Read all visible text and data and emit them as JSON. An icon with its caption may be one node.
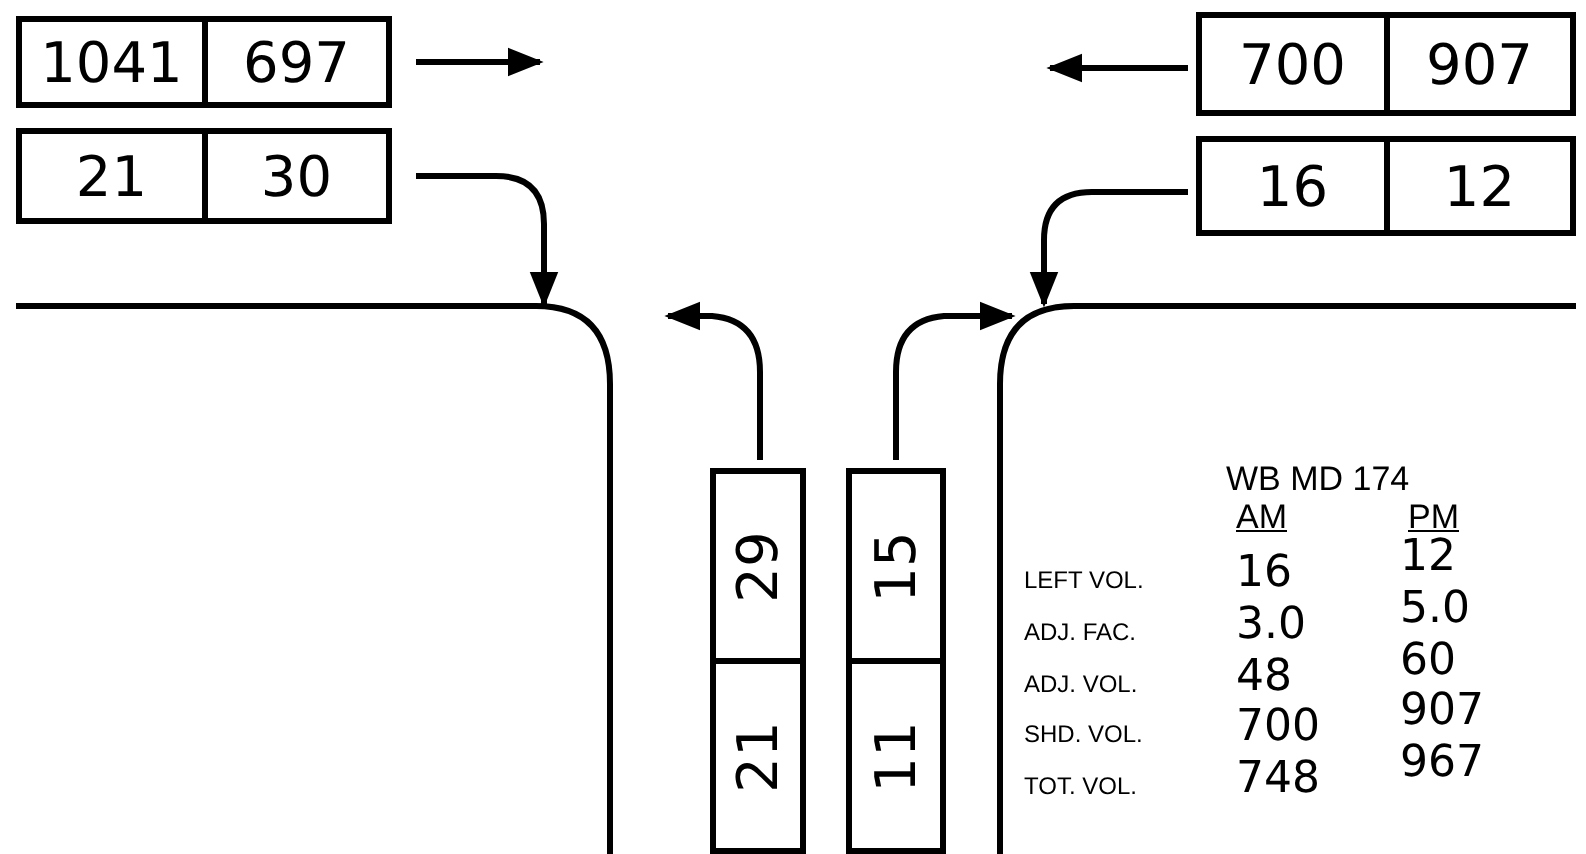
{
  "diagram": {
    "nodes": [
      {
        "text": [
          "1041",
          "697"
        ]
      },
      {
        "text": [
          "21",
          "30"
        ]
      },
      {
        "text": [
          "700",
          "907"
        ]
      },
      {
        "text": [
          "16",
          "12"
        ]
      },
      {
        "text": [
          "29",
          "21"
        ]
      },
      {
        "text": [
          "15",
          "11"
        ]
      }
    ],
    "edges": [
      {
        "from": 0,
        "to": null,
        "arrow": "to"
      },
      {
        "from": 1,
        "to": null,
        "arrow": "to"
      },
      {
        "from": 2,
        "to": null,
        "arrow": "to"
      },
      {
        "from": 3,
        "to": null,
        "arrow": "to"
      },
      {
        "from": 4,
        "to": null,
        "arrow": "to"
      },
      {
        "from": 5,
        "to": null,
        "arrow": "to"
      }
    ],
    "labels": [
      "WB MD 174",
      "AM",
      "PM",
      "LEFT VOL.",
      "16",
      "12",
      "ADJ. FAC.",
      "3.0",
      "5.0",
      "ADJ. VOL.",
      "48",
      "60",
      "SHD. VOL.",
      "700",
      "907",
      "TOT. VOL.",
      "748",
      "967"
    ]
  }
}
